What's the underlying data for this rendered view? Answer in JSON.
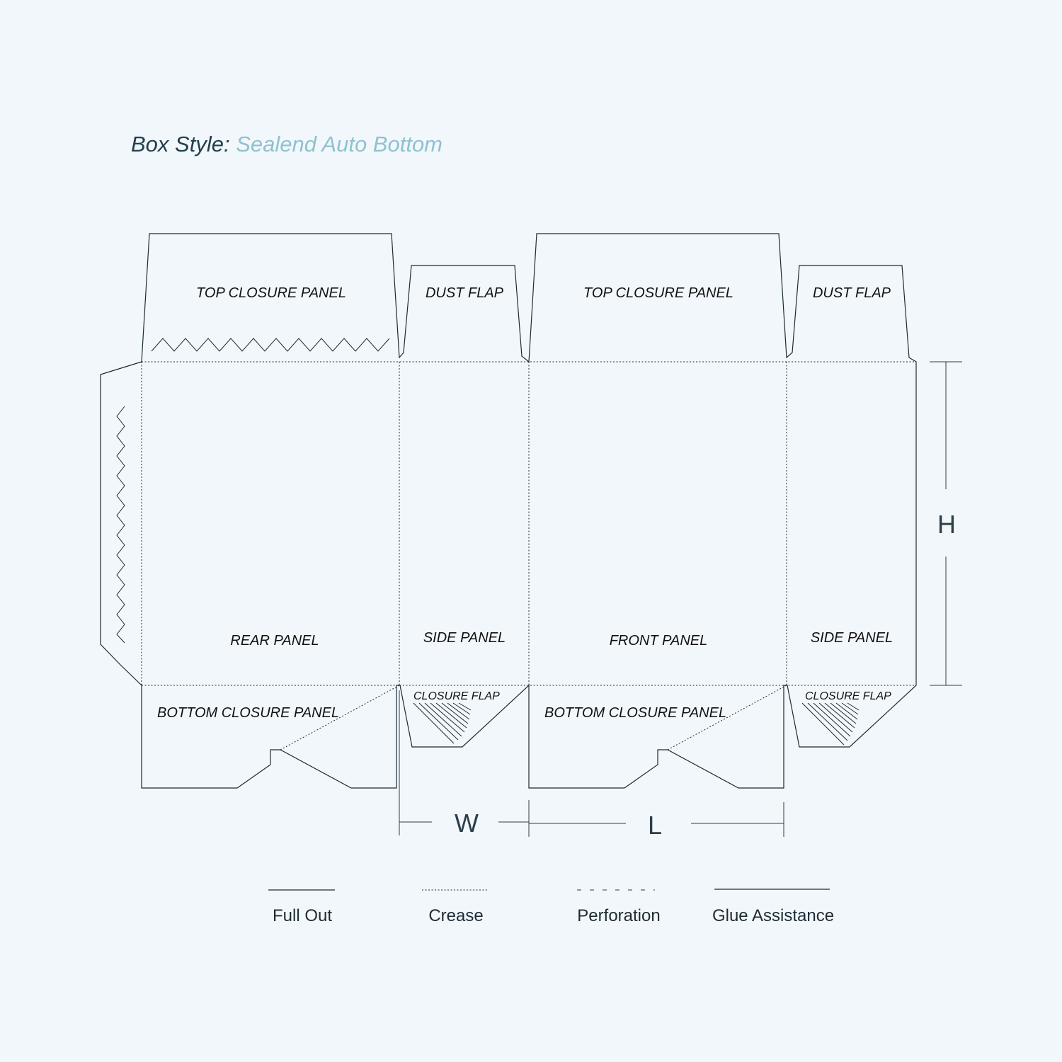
{
  "title": {
    "label": "Box Style:",
    "value": "Sealend Auto Bottom"
  },
  "panels": {
    "top_closure_1": "TOP CLOSURE PANEL",
    "dust_flap_1": "DUST FLAP",
    "top_closure_2": "TOP CLOSURE PANEL",
    "dust_flap_2": "DUST FLAP",
    "rear": "REAR PANEL",
    "side_1": "SIDE PANEL",
    "front": "FRONT PANEL",
    "side_2": "SIDE PANEL",
    "bottom_closure_1": "BOTTOM CLOSURE PANEL",
    "closure_flap_1": "CLOSURE FLAP",
    "bottom_closure_2": "BOTTOM CLOSURE PANEL",
    "closure_flap_2": "CLOSURE FLAP"
  },
  "dimensions": {
    "w": "W",
    "l": "L",
    "h": "H"
  },
  "legend": [
    {
      "label": "Full Out"
    },
    {
      "label": "Crease"
    },
    {
      "label": "Perforation"
    },
    {
      "label": "Glue Assistance"
    }
  ],
  "colors": {
    "line": "#1c2a33",
    "background": "#f2f7fc",
    "title_key": "#22404c",
    "title_value": "#8fc2cf"
  }
}
